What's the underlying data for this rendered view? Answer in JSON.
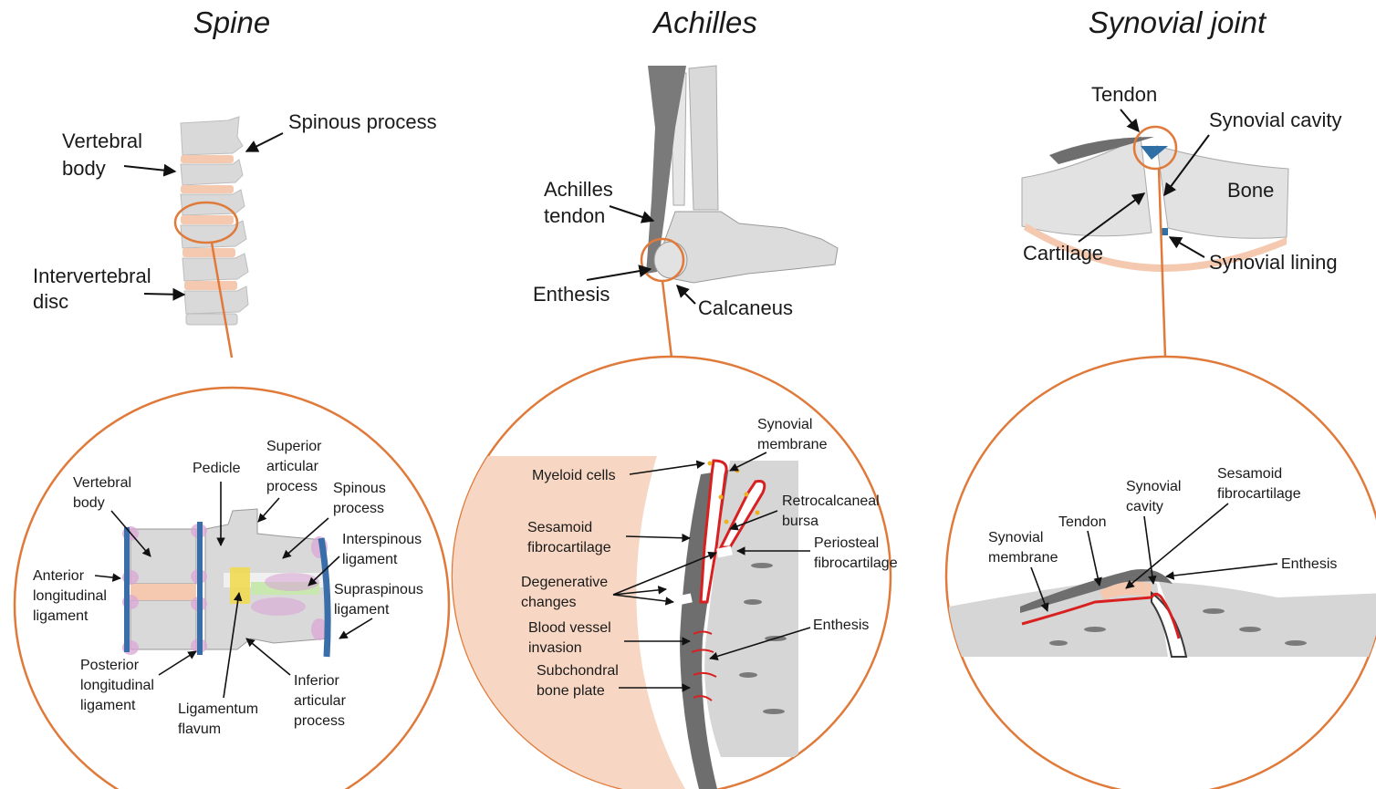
{
  "panels": {
    "spine": {
      "title": "Spine",
      "top_labels": {
        "vertebral_body": [
          "Vertebral",
          "body"
        ],
        "spinous_process": "Spinous process",
        "intervertebral_disc": [
          "Intervertebral",
          "disc"
        ]
      },
      "detail_labels": {
        "vertebral_body": [
          "Vertebral",
          "body"
        ],
        "pedicle": "Pedicle",
        "superior_articular_process": [
          "Superior",
          "articular",
          "process"
        ],
        "spinous_process": [
          "Spinous",
          "process"
        ],
        "interspinous_ligament": [
          "Interspinous",
          "ligament"
        ],
        "supraspinous_ligament": [
          "Supraspinous",
          "ligament"
        ],
        "anterior_longitudinal_ligament": [
          "Anterior",
          "longitudinal",
          "ligament"
        ],
        "posterior_longitudinal_ligament": [
          "Posterior",
          "longitudinal",
          "ligament"
        ],
        "ligamentum_flavum": [
          "Ligamentum",
          "flavum"
        ],
        "inferior_articular_process": [
          "Inferior",
          "articular",
          "process"
        ]
      }
    },
    "achilles": {
      "title": "Achilles",
      "top_labels": {
        "achilles_tendon": [
          "Achilles",
          "tendon"
        ],
        "enthesis": "Enthesis",
        "calcaneus": "Calcaneus"
      },
      "detail_labels": {
        "synovial_membrane": [
          "Synovial",
          "membrane"
        ],
        "myeloid_cells": "Myeloid cells",
        "retrocalcaneal_bursa": [
          "Retrocalcaneal",
          "bursa"
        ],
        "sesamoid_fibrocartilage": [
          "Sesamoid",
          "fibrocartilage"
        ],
        "periosteal_fibrocartilage": [
          "Periosteal",
          "fibrocartilage"
        ],
        "degenerative_changes": [
          "Degenerative",
          "changes"
        ],
        "blood_vessel_invasion": [
          "Blood vessel",
          "invasion"
        ],
        "enthesis": "Enthesis",
        "subchondral_bone_plate": [
          "Subchondral",
          "bone plate"
        ]
      }
    },
    "synovial": {
      "title": "Synovial joint",
      "top_labels": {
        "tendon": "Tendon",
        "synovial_cavity": "Synovial cavity",
        "bone": "Bone",
        "cartilage": "Cartilage",
        "synovial_lining": "Synovial lining"
      },
      "detail_labels": {
        "synovial_cavity": [
          "Synovial",
          "cavity"
        ],
        "sesamoid_fibrocartilage": [
          "Sesamoid",
          "fibrocartilage"
        ],
        "tendon": "Tendon",
        "synovial_membrane": [
          "Synovial",
          "membrane"
        ],
        "enthesis": "Enthesis"
      }
    }
  },
  "colors": {
    "highlight_orange": "#e07a3a",
    "bone_gray": "#d6d6d6",
    "bone_dark": "#8a8a8a",
    "tendon_dark": "#6e6e6e",
    "skin_peach": "#f7d7c4",
    "disc_peach": "#f4c9b0",
    "synovial_red": "#d92020",
    "ligament_blue": "#3a6ea8",
    "inflammation_purple": "#d9a6d6",
    "flavum_yellow": "#f2d94a",
    "lining_blue": "#2f6fa6",
    "myeloid_yellow": "#f0b020"
  }
}
